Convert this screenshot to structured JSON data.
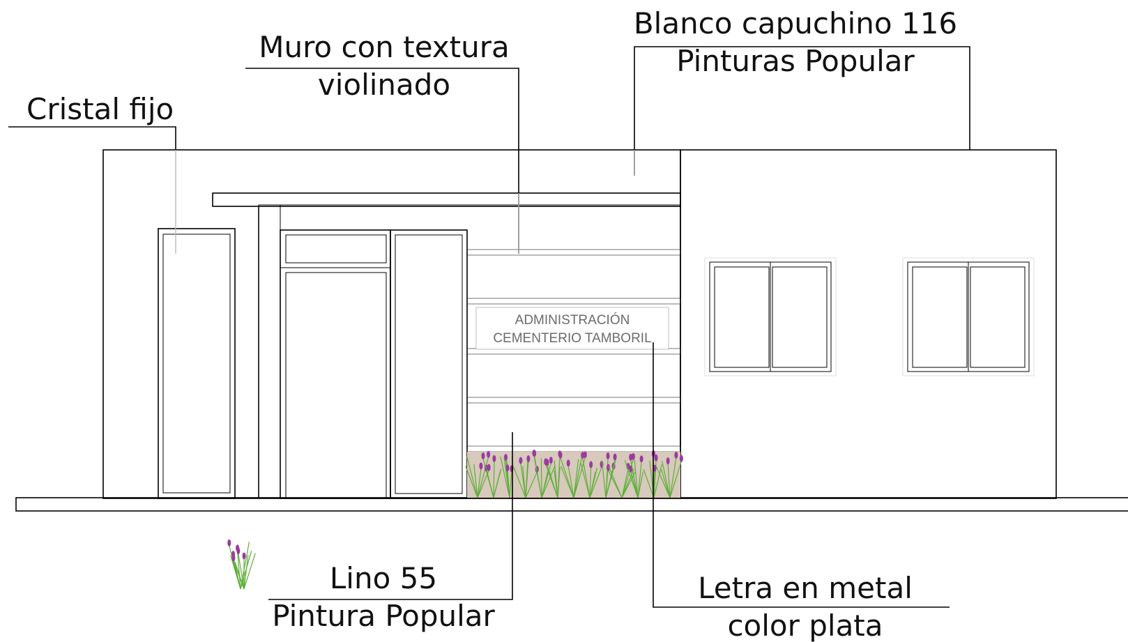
{
  "labels": {
    "cristal": "Cristal fijo",
    "muro_line1": "Muro con textura",
    "muro_line2": "violinado",
    "blanco_line1": "Blanco capuchino 116",
    "blanco_line2": "Pinturas Popular",
    "lino_line1": "Lino 55",
    "lino_line2": "Pintura Popular",
    "letra_line1": "Letra en metal",
    "letra_line2": "color plata"
  },
  "sign": {
    "line1": "ADMINISTRACIÓN",
    "line2": "CEMENTERIO TAMBORIL"
  },
  "colors": {
    "wall_light": "#efe9e2",
    "wall_right": "#ece6df",
    "wall_texture": "#d4c5b7",
    "canopy": "#cbbba9",
    "plant_green": "#5fae3a",
    "flower_purple": "#9b3aa0"
  }
}
